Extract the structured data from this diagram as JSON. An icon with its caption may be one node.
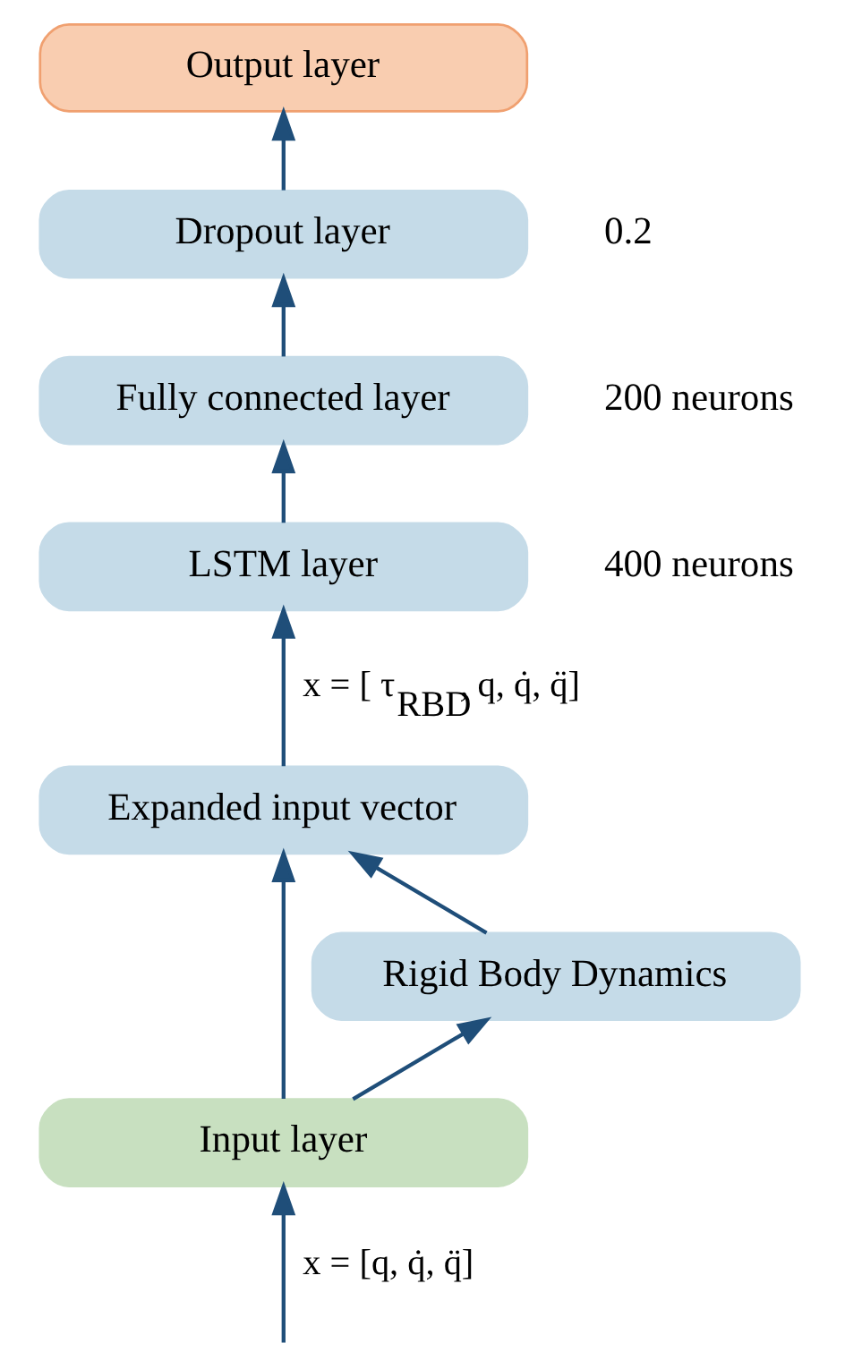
{
  "diagram": {
    "nodes": [
      {
        "text": [
          "Output layer"
        ]
      },
      {
        "text": [
          "Dropout layer"
        ],
        "beside": [
          "0.2"
        ]
      },
      {
        "text": [
          "Fully connected layer"
        ],
        "beside": [
          "200 neurons"
        ]
      },
      {
        "text": [
          "LSTM layer"
        ],
        "beside": [
          "400 neurons"
        ]
      },
      {
        "text": [
          "Expanded input vector"
        ]
      },
      {
        "text": [
          "Rigid Body Dynamics"
        ]
      },
      {
        "text": [
          "Input layer"
        ]
      }
    ],
    "edges": [
      {
        "from": 1,
        "to": 0,
        "arrow": "to"
      },
      {
        "from": 2,
        "to": 1,
        "arrow": "to"
      },
      {
        "from": 3,
        "to": 2,
        "arrow": "to"
      },
      {
        "from": 4,
        "to": 3,
        "arrow": "to",
        "label": "x = [ τ$_{RBD}$, q, q̇, q̈]"
      },
      {
        "from": 5,
        "to": 4,
        "arrow": "to"
      },
      {
        "from": 6,
        "to": 5,
        "arrow": "to"
      },
      {
        "from": 6,
        "to": 4,
        "arrow": "to"
      },
      {
        "from": null,
        "to": 6,
        "arrow": "to",
        "label": "x = [q, q̇, q̈]"
      }
    ]
  }
}
